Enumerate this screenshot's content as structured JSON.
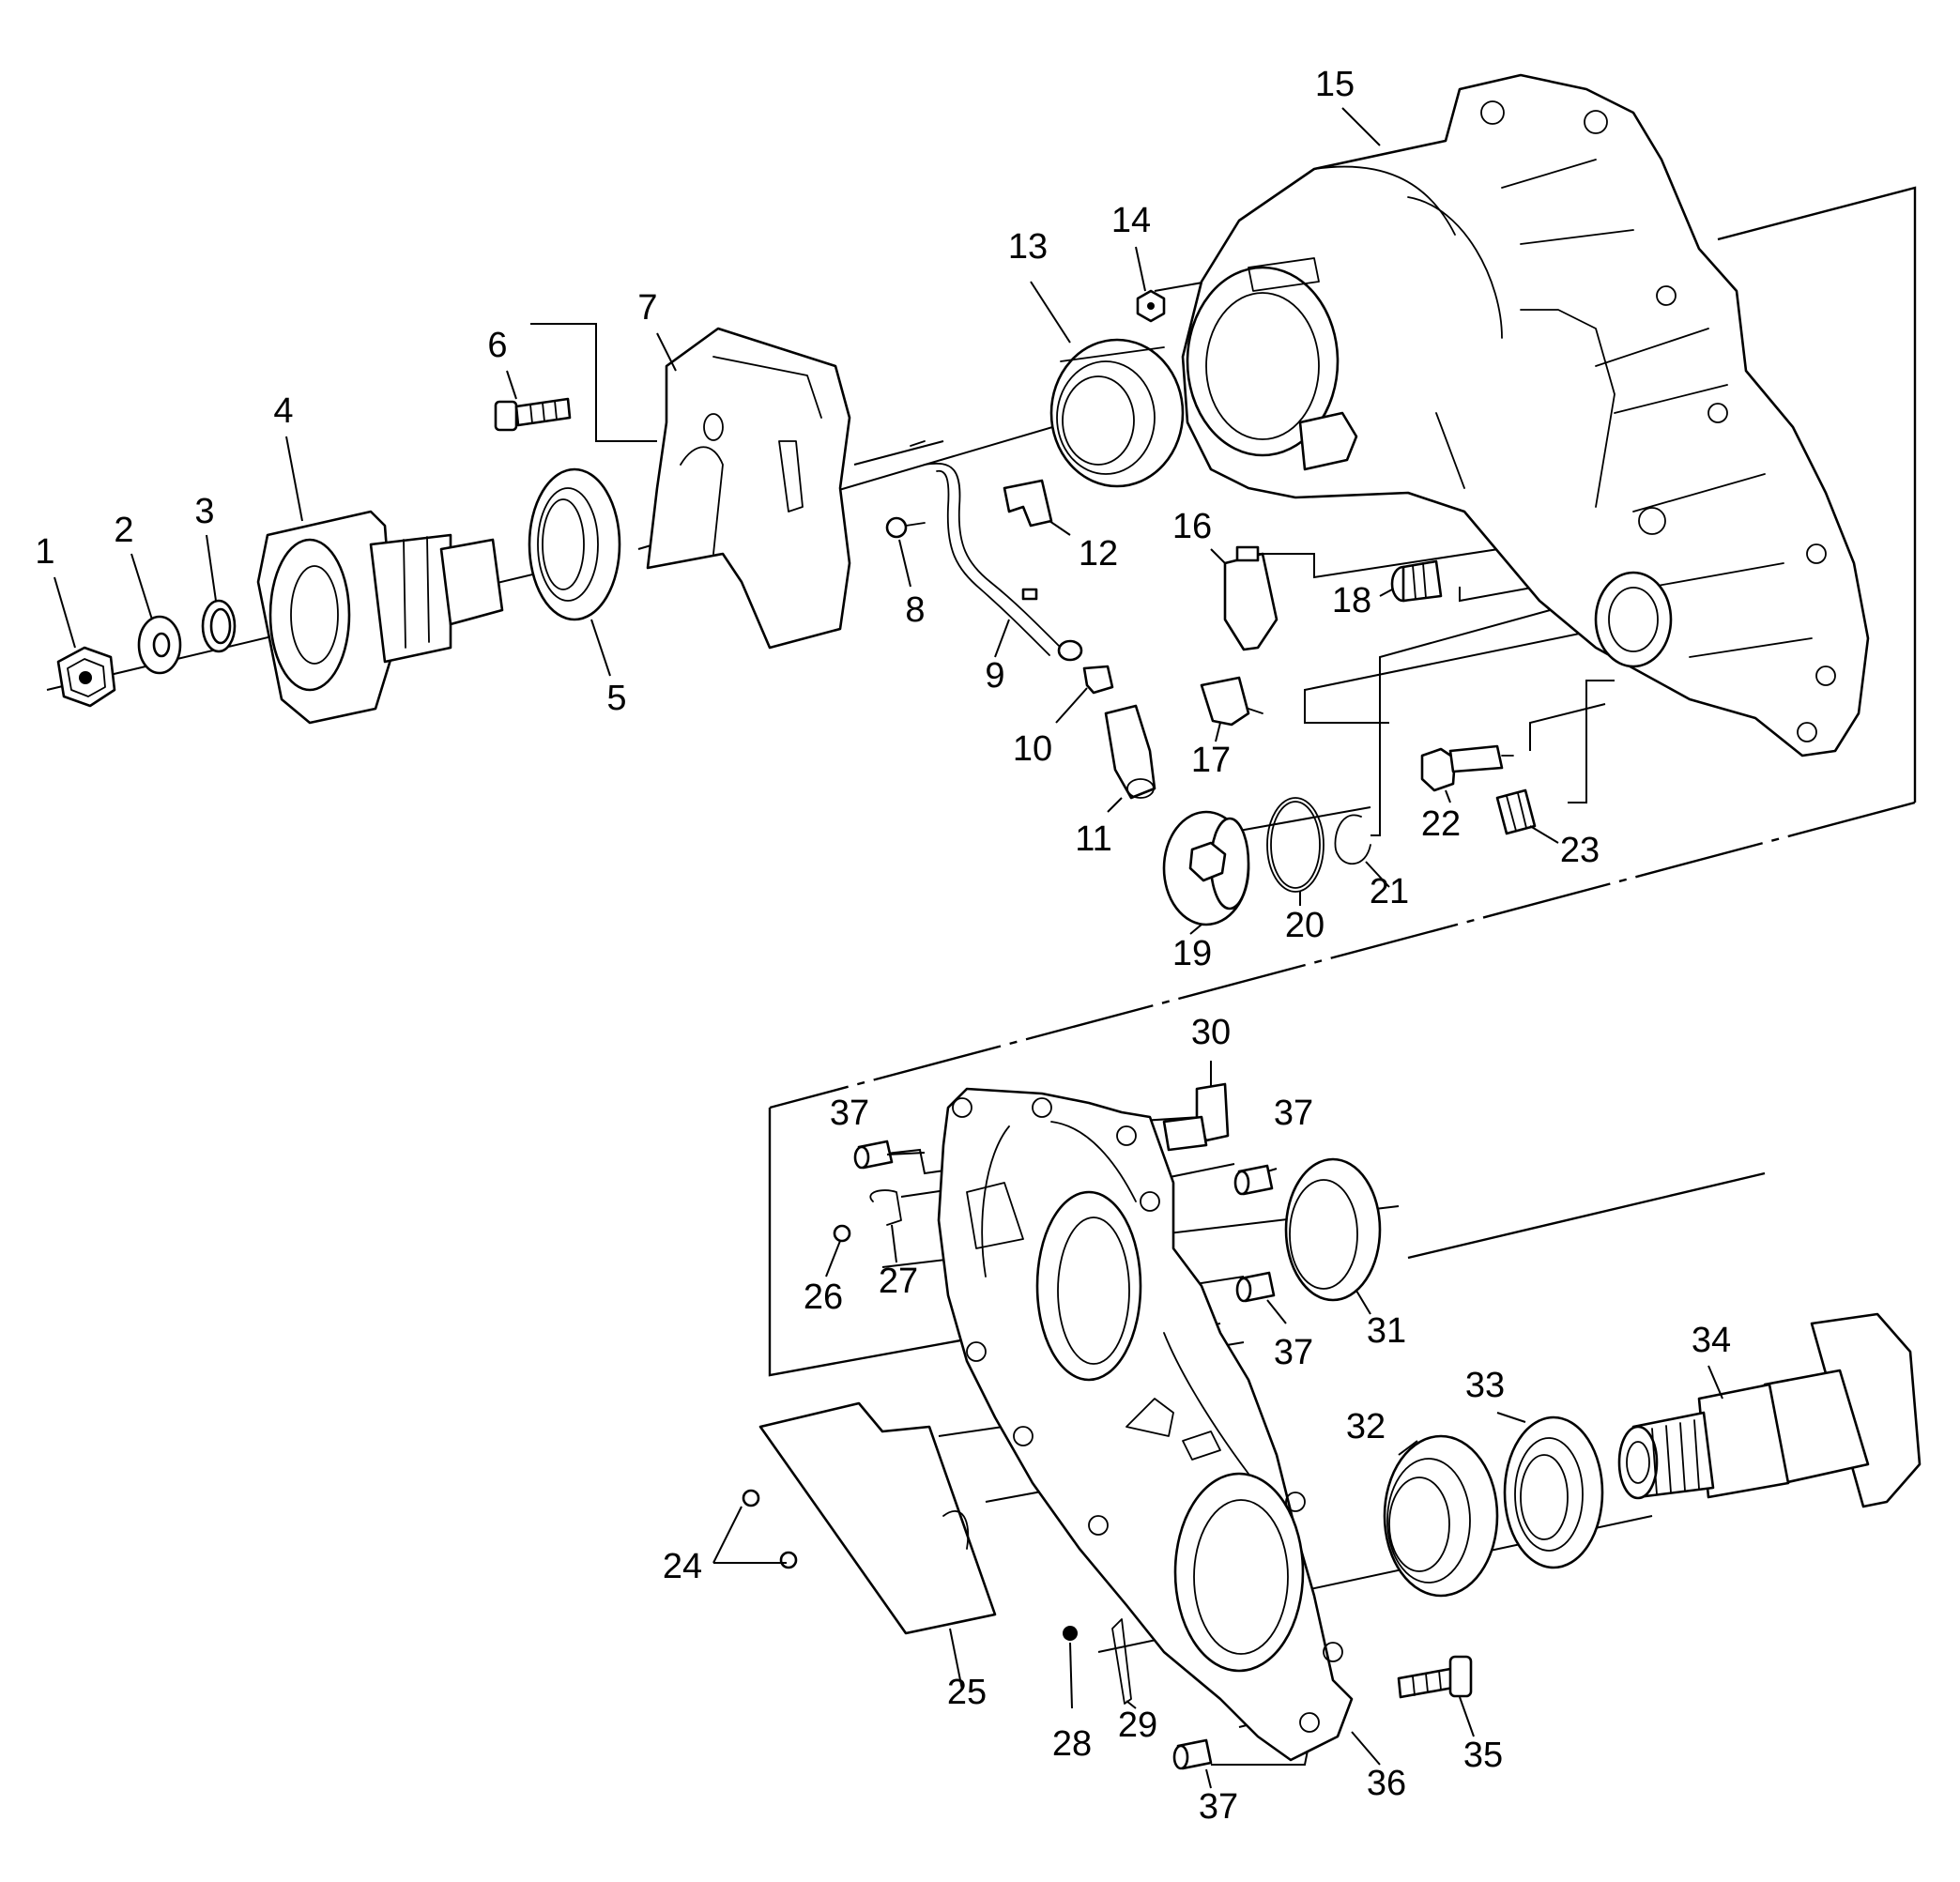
{
  "diagram": {
    "callouts": [
      "1",
      "2",
      "3",
      "4",
      "5",
      "6",
      "7",
      "8",
      "9",
      "10",
      "11",
      "12",
      "13",
      "14",
      "15",
      "16",
      "17",
      "18",
      "19",
      "20",
      "21",
      "22",
      "23",
      "24",
      "25",
      "26",
      "27",
      "28",
      "29",
      "30",
      "31",
      "32",
      "33",
      "34",
      "35",
      "36",
      "37",
      "37",
      "37",
      "37"
    ]
  }
}
